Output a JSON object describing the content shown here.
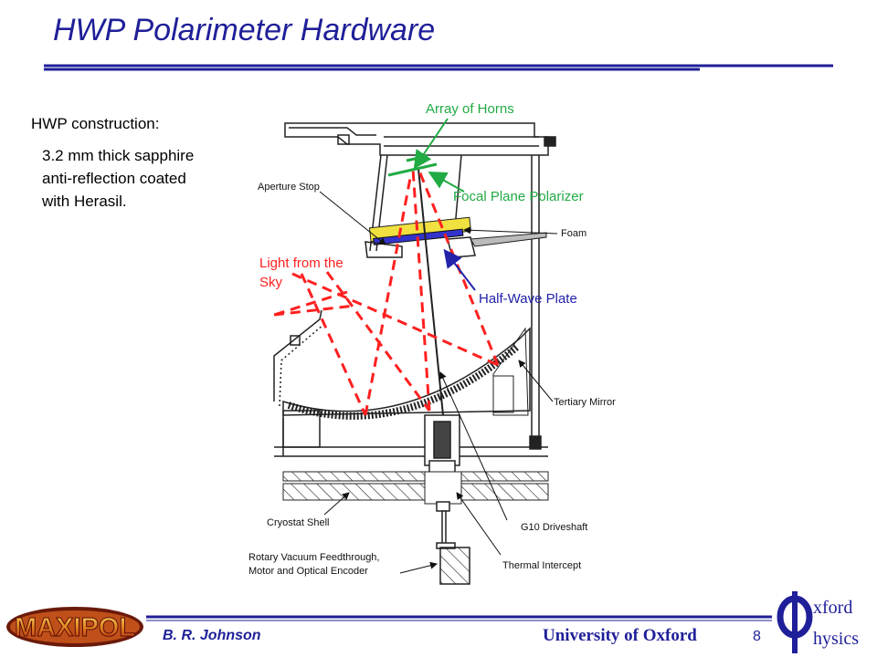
{
  "slide": {
    "title": "HWP Polarimeter Hardware",
    "page_number": "8"
  },
  "text_block": {
    "heading": "HWP construction:",
    "lines": [
      "3.2 mm thick sapphire",
      "anti-reflection coated",
      "with Herasil."
    ]
  },
  "diagram": {
    "labels": {
      "array_of_horns": "Array of Horns",
      "focal_plane_polarizer": "Focal Plane Polarizer",
      "aperture_stop": "Aperture Stop",
      "foam": "Foam",
      "light_from_sky_1": "Light from the",
      "light_from_sky_2": "Sky",
      "half_wave_plate": "Half-Wave Plate",
      "tertiary_mirror": "Tertiary Mirror",
      "cryostat_shell": "Cryostat Shell",
      "g10_driveshaft": "G10 Driveshaft",
      "feedthrough_1": "Rotary Vacuum Feedthrough,",
      "feedthrough_2": "Motor and Optical Encoder",
      "thermal_intercept": "Thermal Intercept"
    },
    "colors": {
      "ray": "#ff2020",
      "green_label": "#22aa44",
      "blue_label": "#2222aa",
      "foam": "#f0e040",
      "hwp": "#3333cc"
    }
  },
  "footer": {
    "author": "B. R. Johnson",
    "university": "University of Oxford",
    "logo_left": "MAXIPOL",
    "logo_right_1": "xford",
    "logo_right_2": "hysics"
  },
  "theme": {
    "title_color": "#1f1f99"
  }
}
